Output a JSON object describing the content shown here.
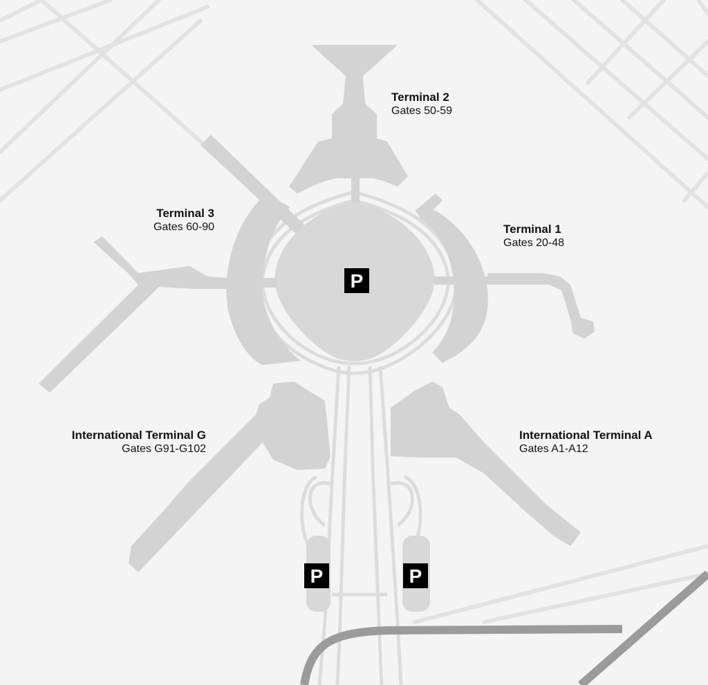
{
  "map": {
    "colors": {
      "background": "#f4f4f4",
      "building": "#d3d3d3",
      "road": "#dcdcdc",
      "rail": "#9b9b9b",
      "parking_bg": "#000000",
      "parking_text": "#ffffff"
    },
    "terminals": [
      {
        "name": "Terminal 2",
        "gates": "Gates 50-59"
      },
      {
        "name": "Terminal 3",
        "gates": "Gates 60-90"
      },
      {
        "name": "Terminal 1",
        "gates": "Gates 20-48"
      },
      {
        "name": "International Terminal G",
        "gates": "Gates G91-G102"
      },
      {
        "name": "International Terminal A",
        "gates": "Gates A1-A12"
      }
    ],
    "parking": [
      {
        "label": "P"
      },
      {
        "label": "P"
      },
      {
        "label": "P"
      }
    ]
  }
}
